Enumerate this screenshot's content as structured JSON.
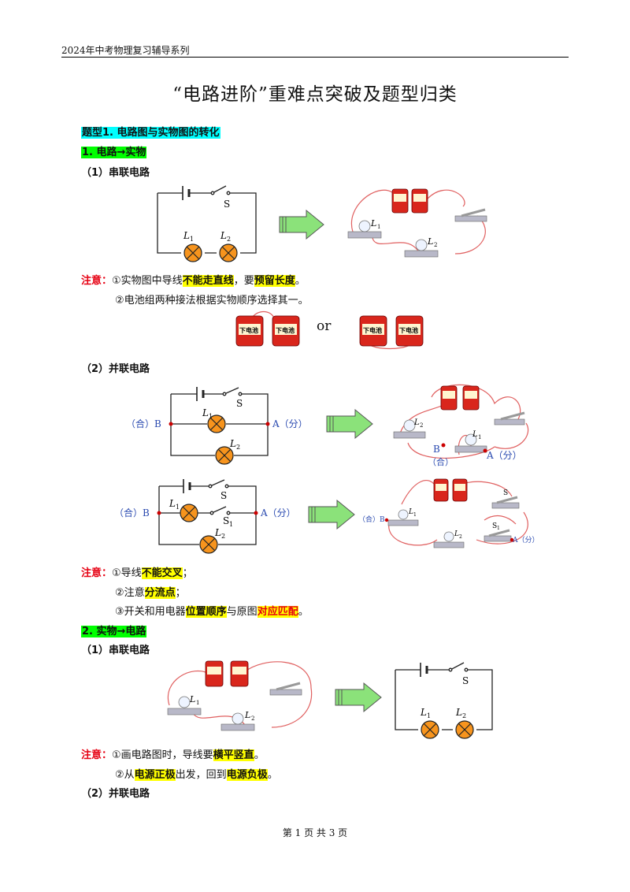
{
  "header": {
    "series": "2024年中考物理复习辅导系列"
  },
  "title": "“电路进阶”重难点突破及题型归类",
  "section1": {
    "heading": "题型1. 电路图与实物图的转化",
    "part1": {
      "heading": "1. 电路→实物",
      "series_label": "（1）串联电路",
      "note_label": "注意：",
      "note1_pre": "①实物图中导线",
      "note1_hl": "不能走直线",
      "note1_mid": "，要",
      "note1_hl2": "预留长度",
      "note1_end": "。",
      "note2": "②电池组两种接法根据实物顺序选择其一。",
      "or_text": "or",
      "parallel_label": "（2）并联电路",
      "note2_label": "注意：",
      "p_note1_pre": "①导线",
      "p_note1_hl": "不能交叉",
      "p_note1_end": "；",
      "p_note2_pre": "②注意",
      "p_note2_hl": "分流点",
      "p_note2_end": "；",
      "p_note3_pre": "③开关和用电器",
      "p_note3_hl": "位置顺序",
      "p_note3_mid": "与原图",
      "p_note3_hl2": "对应匹配",
      "p_note3_end": "。"
    },
    "part2": {
      "heading": "2. 实物→电路",
      "series_label": "（1）串联电路",
      "note_label": "注意：",
      "note1_pre": "①画电路图时，导线要",
      "note1_hl": "横平竖直",
      "note1_end": "。",
      "note2_pre": "②从",
      "note2_hl": "电源正极",
      "note2_mid": "出发，回到",
      "note2_hl2": "电源负极",
      "note2_end": "。",
      "parallel_label": "（2）并联电路"
    }
  },
  "diagram_labels": {
    "switch": "S",
    "switch1": "S",
    "switch1_sub": "1",
    "lamp": "L",
    "sub1": "1",
    "sub2": "2",
    "merge": "（合）B",
    "split": "A（分）",
    "merge_short": "B",
    "merge_paren": "（合）",
    "split_short": "A（分）",
    "battery_text": "下电池"
  },
  "footer": "第 1 页 共 3 页",
  "colors": {
    "accent_red": "#e60012",
    "wire": "#e06060",
    "lamp": "#f7941d",
    "arrow": "#8be27a"
  }
}
